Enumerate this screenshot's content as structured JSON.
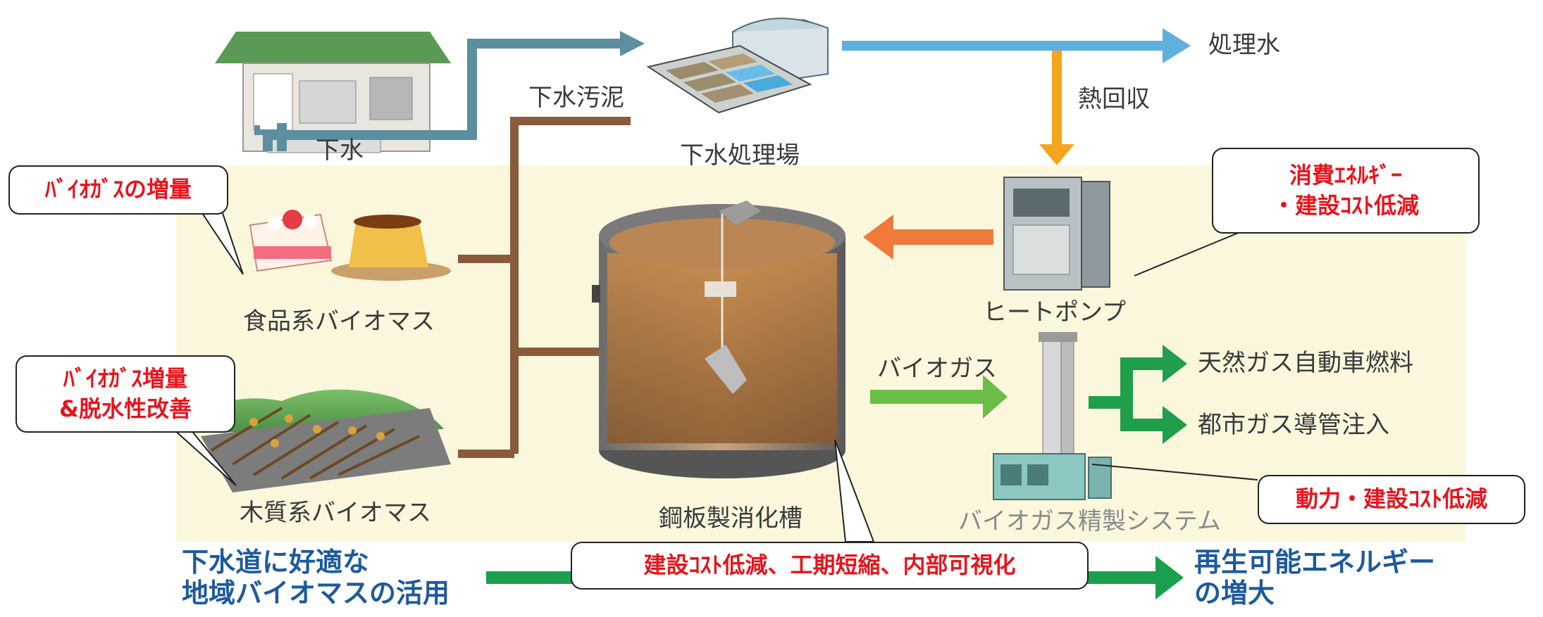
{
  "labels": {
    "sewage": "下水",
    "treatment_plant": "下水処理場",
    "sewage_sludge": "下水汚泥",
    "treated_water": "処理水",
    "heat_recovery": "熱回収",
    "food_biomass": "食品系バイオマス",
    "wood_biomass": "木質系バイオマス",
    "heat_pump": "ヒートポンプ",
    "biogas": "バイオガス",
    "digester": "鋼板製消化槽",
    "refining_system": "バイオガス精製システム",
    "natural_gas_fuel": "天然ガス自動車燃料",
    "city_gas_injection": "都市ガス導管注入",
    "bottom_left_line1": "下水道に好適な",
    "bottom_left_line2": "地域バイオマスの活用",
    "bottom_right_line1": "再生可能エネルギー",
    "bottom_right_line2": "の増大"
  },
  "callouts": {
    "biogas_increase": "ﾊﾞｲｵｶﾞｽの増量",
    "biogas_dewater_line1": "ﾊﾞｲｵｶﾞｽ増量",
    "biogas_dewater_line2": "&脱水性改善",
    "energy_line1": "消費ｴﾈﾙｷﾞｰ",
    "energy_line2": "・建設ｺｽﾄ低減",
    "power_cost": "動力・建設ｺｽﾄ低減",
    "digester_benefits": "建設ｺｽﾄ低減、工期短縮、内部可視化"
  },
  "colors": {
    "panel_bg": "#fbf7dc",
    "water_arrow": "#5fb0dc",
    "pipe": "#5b8fa0",
    "sludge": "#8a5a3c",
    "heat_arrow": "#f3a51e",
    "heat_return": "#ef7a3a",
    "biogas_arrow": "#6abd45",
    "output_arrow": "#1f9e4b",
    "bottom_arrow": "#1aa04c",
    "callout_text": "#e8141c"
  }
}
